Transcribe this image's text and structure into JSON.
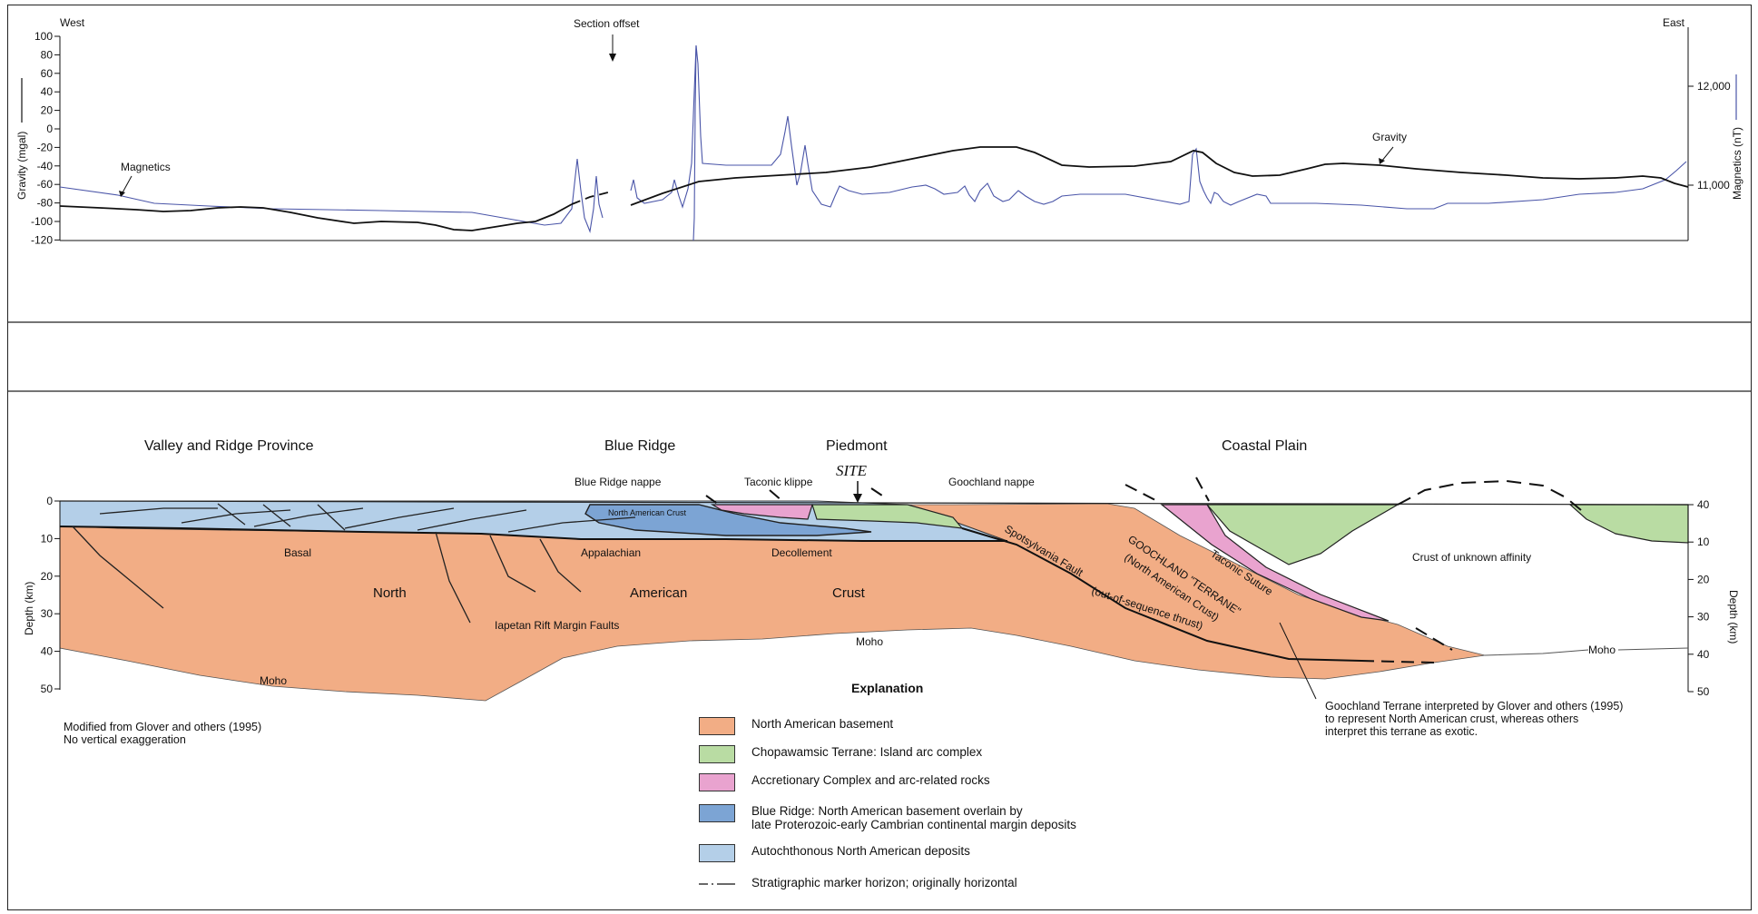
{
  "profile": {
    "west_label": "West",
    "east_label": "East",
    "section_offset_label": "Section offset",
    "gravity_axis_label": "Gravity (mgal)",
    "magnetics_axis_label": "Magnetics (nT)",
    "gravity_ticks": [
      "100",
      "80",
      "60",
      "40",
      "20",
      "0",
      "-20",
      "-40",
      "-60",
      "-80",
      "-100",
      "-120"
    ],
    "magnetics_ticks": [
      "12,000",
      "11,000"
    ],
    "magnetics_curve_label": "Magnetics",
    "gravity_curve_label": "Gravity",
    "gravity_color": "#111111",
    "magnetics_color": "#4a55a8"
  },
  "section": {
    "provinces": [
      "Valley and Ridge Province",
      "Blue Ridge",
      "Piedmont",
      "Coastal Plain"
    ],
    "site_label": "SITE",
    "labels": {
      "blue_ridge_nappe": "Blue Ridge nappe",
      "taconic_klippe": "Taconic klippe",
      "goochland_nappe": "Goochland nappe",
      "north_american_crust_small": "North American Crust",
      "basal": "Basal",
      "appalachian": "Appalachian",
      "decollement": "Decollement",
      "north": "North",
      "american": "American",
      "crust": "Crust",
      "iapetan": "Iapetan Rift Margin Faults",
      "spotsylvania": "Spotsylvania Fault",
      "out_of_sequence": "(out-of-sequence thrust)",
      "goochland_terrane": "GOOCHLAND \"TERRANE\"",
      "goochland_na_crust": "(North American Crust)",
      "taconic_suture": "Taconic Suture",
      "unknown_crust": "Crust of unknown affinity",
      "moho": "Moho"
    },
    "depth_axis_label": "Depth (km)",
    "depth_ticks": [
      "0",
      "10",
      "20",
      "30",
      "40",
      "50"
    ],
    "right_depth_ticks": [
      "40",
      "10",
      "20",
      "30",
      "40",
      "50"
    ]
  },
  "notes": {
    "modified": "Modified from Glover and others (1995)\nNo vertical exaggeration",
    "goochland": "Goochland Terrane interpreted by Glover and others (1995)\nto represent North American crust, whereas others\ninterpret this terrane as exotic."
  },
  "legend": {
    "title": "Explanation",
    "items": [
      {
        "label": "North American basement",
        "color": "#f2ad85"
      },
      {
        "label": "Chopawamsic Terrane: Island arc complex",
        "color": "#b9dca3"
      },
      {
        "label": "Accretionary Complex and arc-related rocks",
        "color": "#e9a3cf"
      },
      {
        "label": "Blue Ridge: North American basement overlain by\nlate Proterozoic-early Cambrian continental margin deposits",
        "color": "#7ca4d4"
      },
      {
        "label": "Autochthonous North American deposits",
        "color": "#b4cfe8"
      },
      {
        "label": "Stratigraphic marker horizon; originally horizontal",
        "color": "#ffffff"
      }
    ]
  }
}
